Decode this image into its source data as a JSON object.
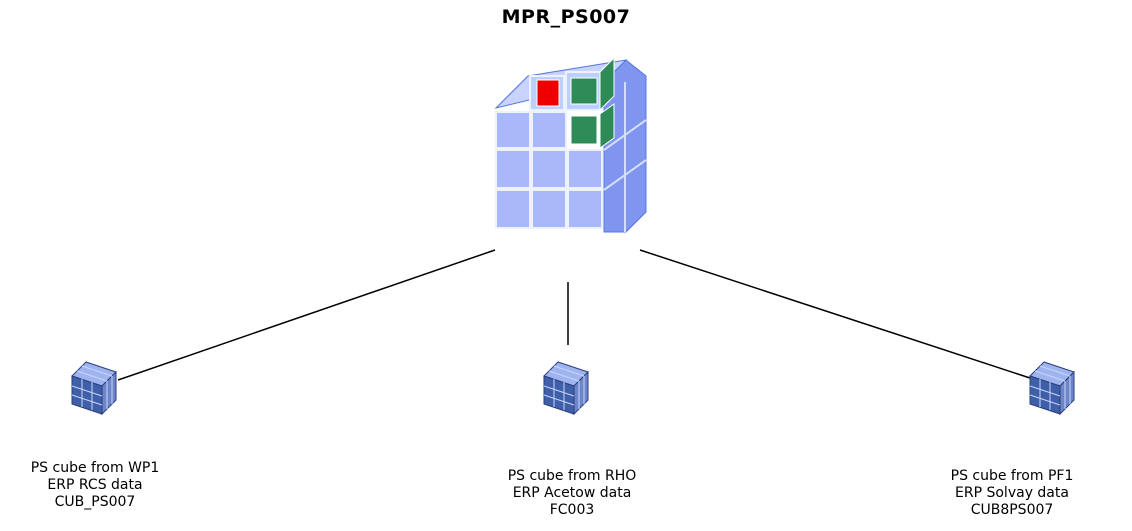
{
  "main_node": {
    "title": "MPR_PS007",
    "icon": "olap-cube-icon",
    "highlight_colors": {
      "red": "#ee0000",
      "green": "#2e8b57"
    }
  },
  "child_nodes": [
    {
      "icon": "small-cube-icon",
      "line1": "PS cube from WP1",
      "line2": "ERP RCS data",
      "line3": "CUB_PS007"
    },
    {
      "icon": "small-cube-icon",
      "line1": "PS cube from RHO",
      "line2": "ERP Acetow data",
      "line3": "FC003"
    },
    {
      "icon": "small-cube-icon",
      "line1": "PS cube from PF1",
      "line2": "ERP Solvay data",
      "line3": "CUB8PS007"
    }
  ],
  "colors": {
    "cube_blue": "#a8b8f8",
    "cube_edge": "#5577dd",
    "small_cube": "#3f5fa8",
    "connector": "#000000"
  }
}
